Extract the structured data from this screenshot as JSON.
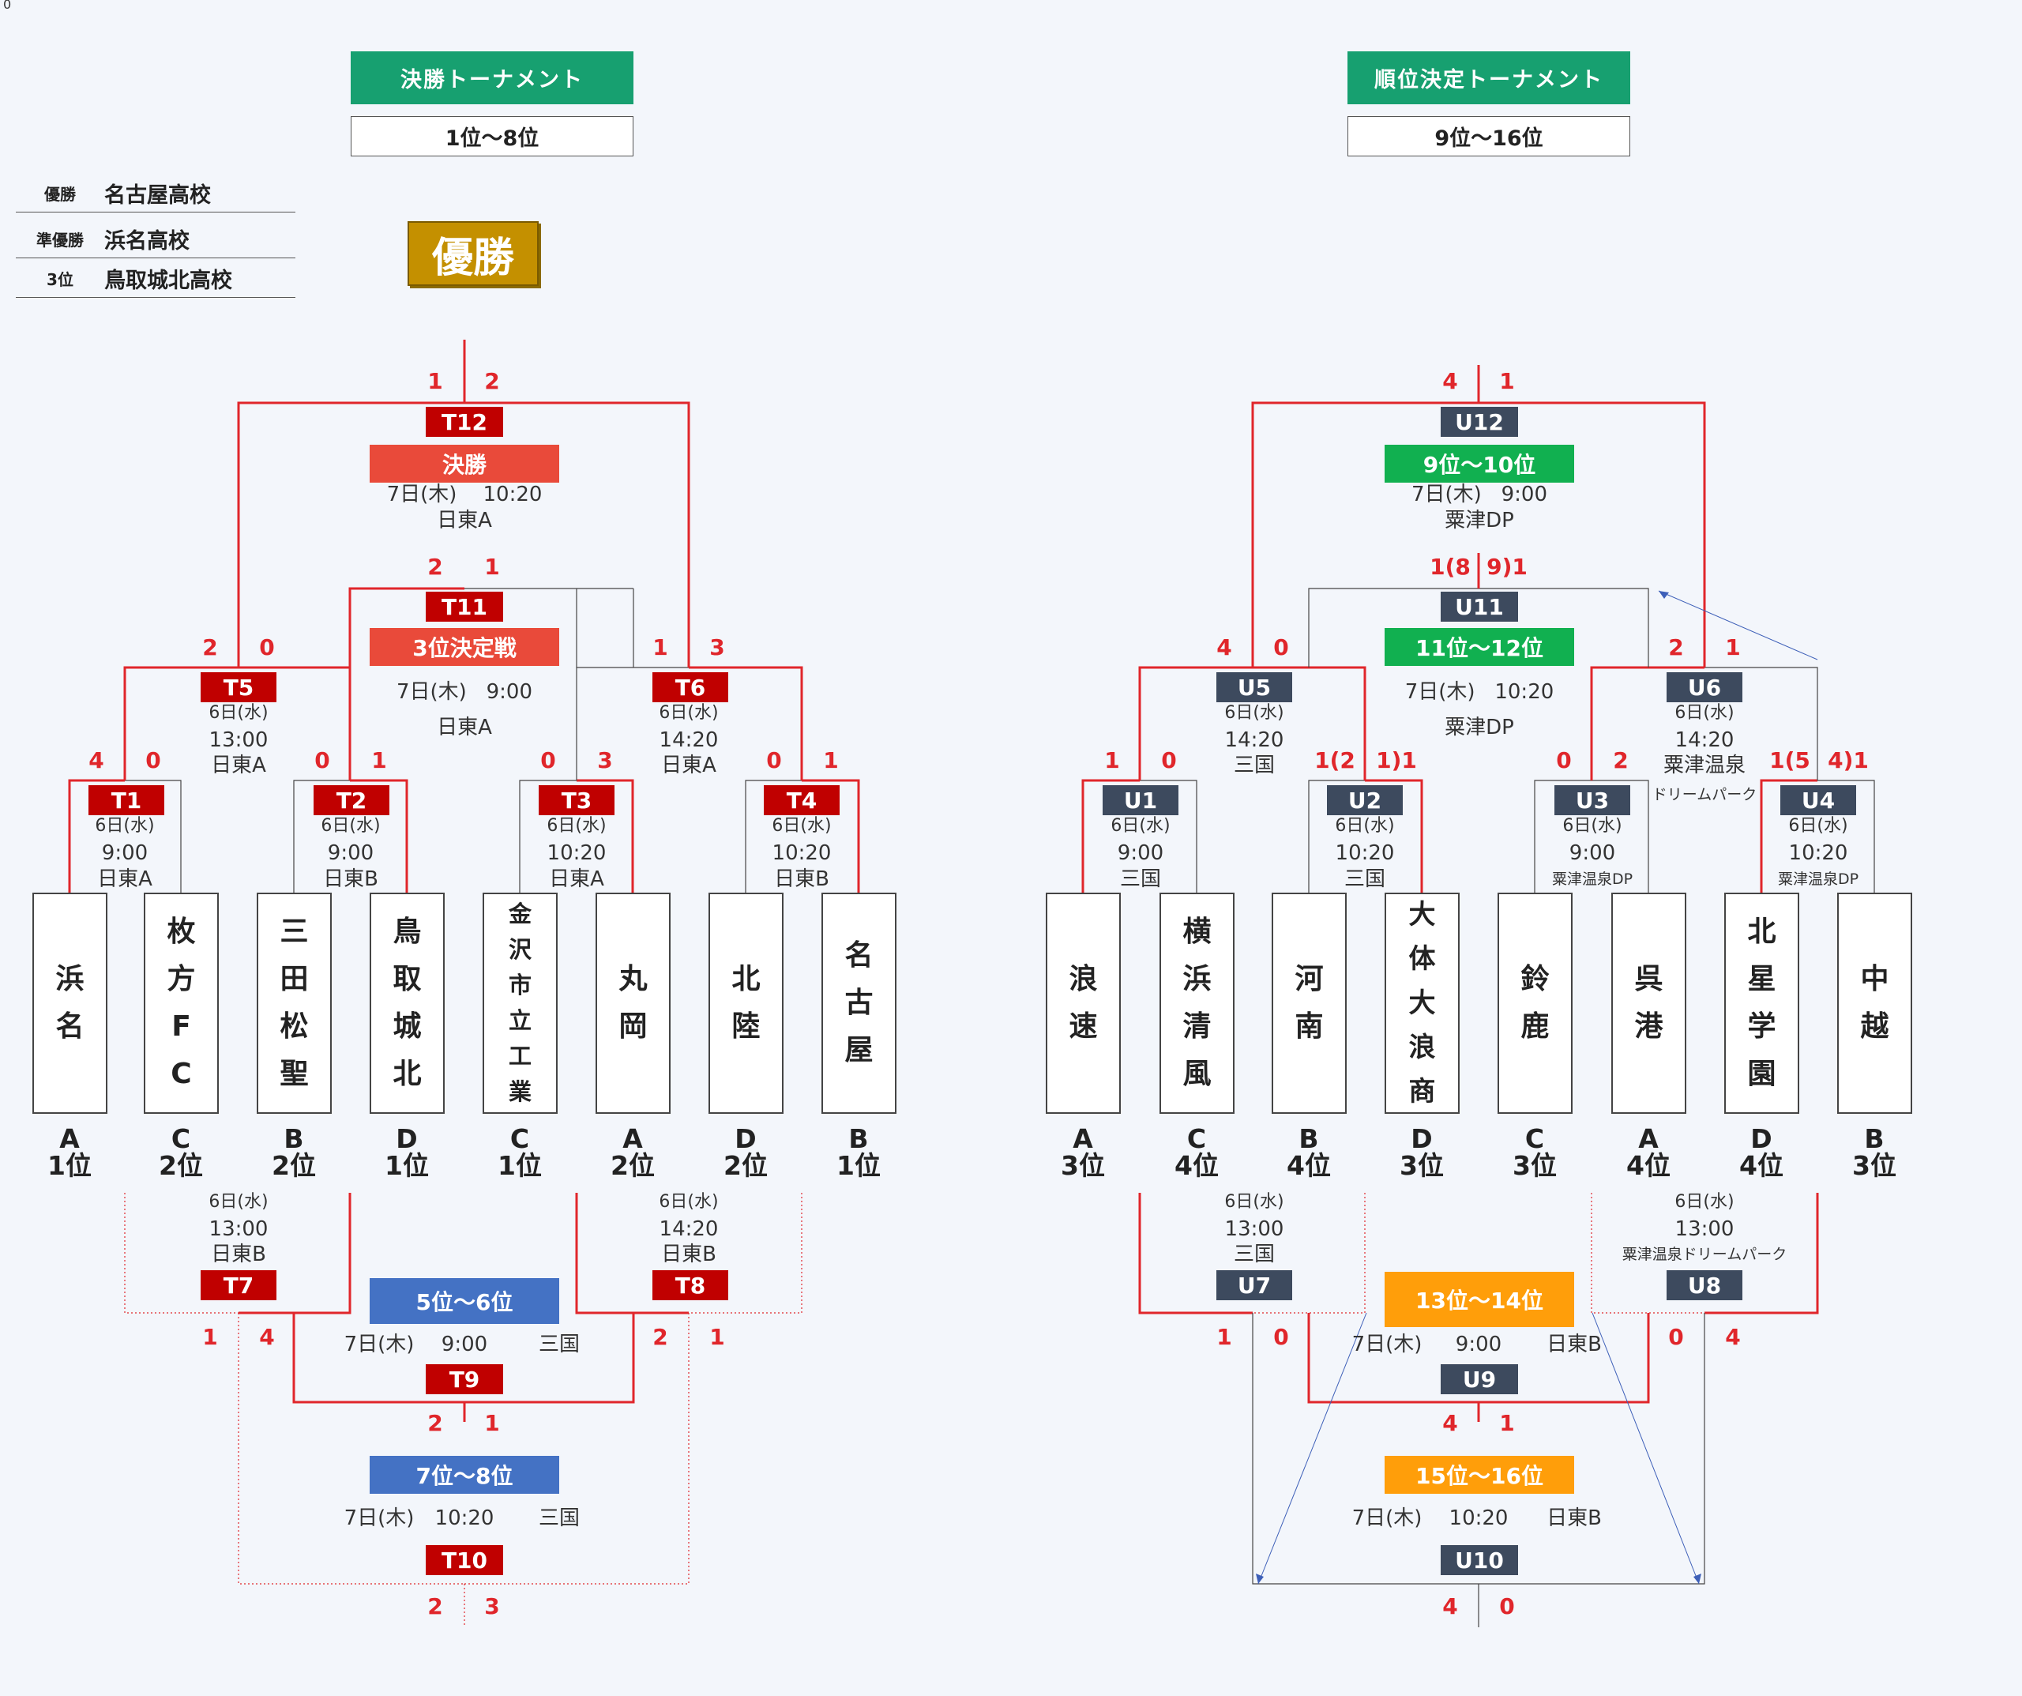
{
  "corner_zero": "0",
  "left": {
    "header": "決勝トーナメント",
    "range": "1位〜8位",
    "trophy": "優勝",
    "results": [
      {
        "label": "優勝",
        "value": "名古屋高校"
      },
      {
        "label": "準優勝",
        "value": "浜名高校"
      },
      {
        "label": "3位",
        "value": "鳥取城北高校"
      }
    ],
    "teams": [
      "浜名",
      "枚方FC",
      "三田松聖",
      "鳥取城北",
      "金沢市立工業",
      "丸岡",
      "北陸",
      "名古屋"
    ],
    "seeds": [
      [
        "A",
        "1位"
      ],
      [
        "C",
        "2位"
      ],
      [
        "B",
        "2位"
      ],
      [
        "D",
        "1位"
      ],
      [
        "C",
        "1位"
      ],
      [
        "A",
        "2位"
      ],
      [
        "D",
        "2位"
      ],
      [
        "B",
        "1位"
      ]
    ],
    "matches": {
      "T1": {
        "label": "T1",
        "date": "6日(水)",
        "time": "9:00",
        "venue": "日東A",
        "scores": [
          "4",
          "0"
        ]
      },
      "T2": {
        "label": "T2",
        "date": "6日(水)",
        "time": "9:00",
        "venue": "日東B",
        "scores": [
          "0",
          "1"
        ]
      },
      "T3": {
        "label": "T3",
        "date": "6日(水)",
        "time": "10:20",
        "venue": "日東A",
        "scores": [
          "0",
          "3"
        ]
      },
      "T4": {
        "label": "T4",
        "date": "6日(水)",
        "time": "10:20",
        "venue": "日東B",
        "scores": [
          "0",
          "1"
        ]
      },
      "T5": {
        "label": "T5",
        "date": "6日(水)",
        "time": "13:00",
        "venue": "日東A",
        "scores": [
          "2",
          "0"
        ]
      },
      "T6": {
        "label": "T6",
        "date": "6日(水)",
        "time": "14:20",
        "venue": "日東A",
        "scores": [
          "1",
          "3"
        ]
      },
      "T7": {
        "label": "T7",
        "date": "6日(水)",
        "time": "13:00",
        "venue": "日東B",
        "scores": [
          "1",
          "4"
        ]
      },
      "T8": {
        "label": "T8",
        "date": "6日(水)",
        "time": "14:20",
        "venue": "日東B",
        "scores": [
          "2",
          "1"
        ]
      },
      "T9": {
        "label": "T9",
        "round": "5位〜6位",
        "date": "7日(木)",
        "time": "9:00",
        "venue": "三国",
        "scores": [
          "2",
          "1"
        ]
      },
      "T10": {
        "label": "T10",
        "round": "7位〜8位",
        "date": "7日(木)",
        "time": "10:20",
        "venue": "三国",
        "scores": [
          "2",
          "3"
        ]
      },
      "T11": {
        "label": "T11",
        "round": "3位決定戦",
        "date": "7日(木)",
        "time": "9:00",
        "venue": "日東A",
        "scores": [
          "2",
          "1"
        ]
      },
      "T12": {
        "label": "T12",
        "round": "決勝",
        "date": "7日(木)",
        "time": "10:20",
        "venue": "日東A",
        "scores": [
          "1",
          "2"
        ]
      }
    }
  },
  "right": {
    "header": "順位決定トーナメント",
    "range": "9位〜16位",
    "teams": [
      "浪速",
      "横浜清風",
      "河南",
      "大体大浪商",
      "鈴鹿",
      "呉港",
      "北星学園",
      "中越"
    ],
    "seeds": [
      [
        "A",
        "3位"
      ],
      [
        "C",
        "4位"
      ],
      [
        "B",
        "4位"
      ],
      [
        "D",
        "3位"
      ],
      [
        "C",
        "3位"
      ],
      [
        "A",
        "4位"
      ],
      [
        "D",
        "4位"
      ],
      [
        "B",
        "3位"
      ]
    ],
    "matches": {
      "U1": {
        "label": "U1",
        "date": "6日(水)",
        "time": "9:00",
        "venue": "三国",
        "scores": [
          "1",
          "0"
        ]
      },
      "U2": {
        "label": "U2",
        "date": "6日(水)",
        "time": "10:20",
        "venue": "三国",
        "scores": [
          "1(2",
          "1)1"
        ]
      },
      "U3": {
        "label": "U3",
        "date": "6日(水)",
        "time": "9:00",
        "venue": "粟津温泉DP",
        "scores": [
          "0",
          "2"
        ]
      },
      "U4": {
        "label": "U4",
        "date": "6日(水)",
        "time": "10:20",
        "venue": "粟津温泉DP",
        "scores": [
          "1(5",
          "4)1"
        ]
      },
      "U5": {
        "label": "U5",
        "date": "6日(水)",
        "time": "14:20",
        "venue": "三国",
        "scores": [
          "4",
          "0"
        ]
      },
      "U6": {
        "label": "U6",
        "date": "6日(水)",
        "time": "14:20",
        "venue": "粟津温泉",
        "venue2": "ドリームパーク",
        "scores": [
          "2",
          "1"
        ]
      },
      "U7": {
        "label": "U7",
        "date": "6日(水)",
        "time": "13:00",
        "venue": "三国",
        "scores": [
          "1",
          "0"
        ]
      },
      "U8": {
        "label": "U8",
        "date": "6日(水)",
        "time": "13:00",
        "venue": "粟津温泉ドリームパーク",
        "scores": [
          "0",
          "4"
        ]
      },
      "U9": {
        "label": "U9",
        "round": "13位〜14位",
        "date": "7日(木)",
        "time": "9:00",
        "venue": "日東B",
        "scores": [
          "4",
          "1"
        ]
      },
      "U10": {
        "label": "U10",
        "round": "15位〜16位",
        "date": "7日(木)",
        "time": "10:20",
        "venue": "日東B",
        "scores": [
          "4",
          "0"
        ]
      },
      "U11": {
        "label": "U11",
        "round": "11位〜12位",
        "date": "7日(木)",
        "time": "10:20",
        "venue": "粟津DP",
        "scores": [
          "1(8",
          "9)1"
        ]
      },
      "U12": {
        "label": "U12",
        "round": "9位〜10位",
        "date": "7日(木)",
        "time": "9:00",
        "venue": "粟津DP",
        "scores": [
          "4",
          "1"
        ]
      }
    }
  },
  "colors": {
    "header_green": "#17a070",
    "match_red": "#c00000",
    "match_navy": "#3d4a5e",
    "line_red": "#e0262b",
    "final_red": "#e94a3a",
    "place_blue": "#4472c4",
    "place_green": "#11b050",
    "place_orange": "#ff9e0a",
    "trophy_gold": "#c49000"
  }
}
